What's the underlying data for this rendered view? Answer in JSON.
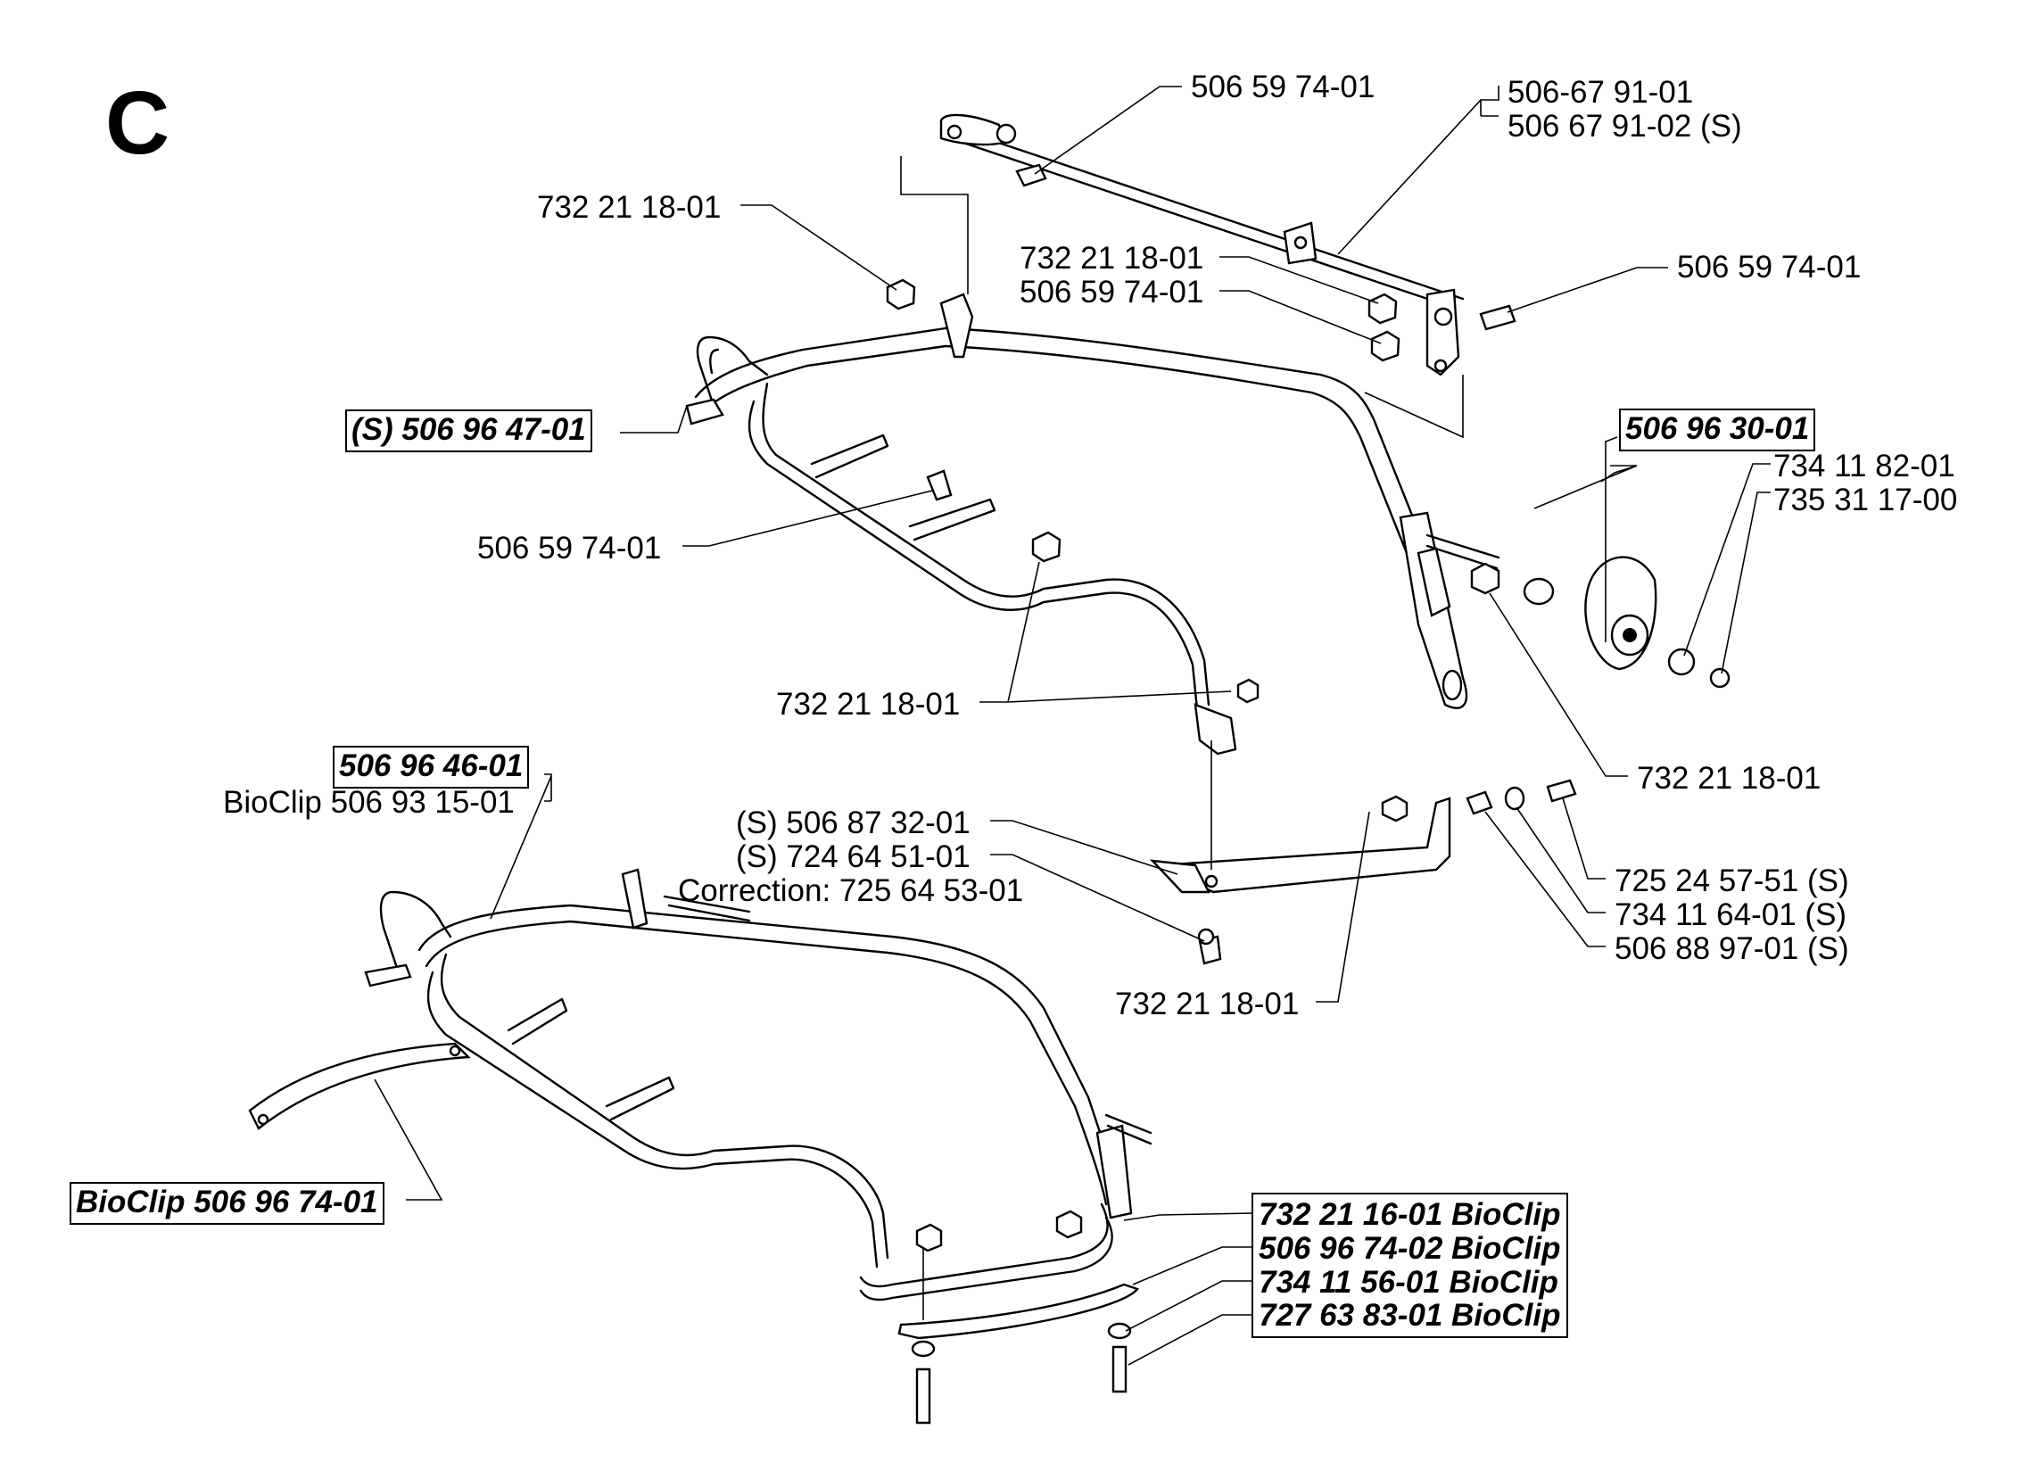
{
  "section_letter": "C",
  "labels": {
    "l01": "506 59 74-01",
    "l02": "506-67 91-01",
    "l03": "506 67 91-02 (S)",
    "l04": "732 21 18-01",
    "l05": "732 21 18-01",
    "l06": "506 59 74-01",
    "l07": "506 59 74-01",
    "l08": "734 11 82-01",
    "l09": "735 31 17-00",
    "l10": "506 59 74-01",
    "l11": "732 21 18-01",
    "l12": "732 21 18-01",
    "l13": "BioClip 506 93 15-01",
    "l14": "(S) 506 87 32-01",
    "l15": "(S) 724 64 51-01",
    "l16": "Correction: 725 64 53-01",
    "l17": "725 24 57-51 (S)",
    "l18": "734 11 64-01 (S)",
    "l19": "506 88 97-01 (S)",
    "l20": "732 21 18-01"
  },
  "boxed": {
    "b1": "(S) 506 96 47-01",
    "b2": "506 96 30-01",
    "b3": "506 96 46-01",
    "b4": "BioClip 506 96 74-01"
  },
  "bioclip_stack": [
    "732 21 16-01 BioClip",
    "506 96 74-02 BioClip",
    "734 11 56-01 BioClip",
    "727 63 83-01 BioClip"
  ]
}
